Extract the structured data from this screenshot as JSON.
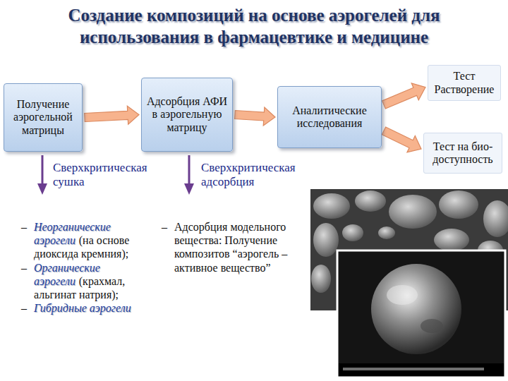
{
  "diagram": {
    "title": "Создание композиций на основе аэрогелей для использования в фармацевтике и медицине",
    "nodes": [
      {
        "text": [
          "Получение аэрогельной матрицы"
        ]
      },
      {
        "text": [
          "Адсорбция АФИ в аэрогельную матрицу"
        ]
      },
      {
        "text": [
          "Аналитические исследования"
        ]
      },
      {
        "text": [
          "Тест Растворение"
        ]
      },
      {
        "text": [
          "Тест на био- доступность"
        ]
      }
    ],
    "edges": [
      {
        "from": 0,
        "to": 1,
        "arrow": "to"
      },
      {
        "from": 1,
        "to": 2,
        "arrow": "to"
      },
      {
        "from": 2,
        "to": 3,
        "arrow": "to"
      },
      {
        "from": 2,
        "to": 4,
        "arrow": "to"
      }
    ],
    "labels": [
      "Сверхкритическая сушка",
      "Сверхкритическая адсорбция",
      "–",
      "Неорганические аэрогели",
      "(на основе диоксида кремния);",
      "–",
      "Органические аэрогели",
      "(крахмал, альгинат натрия);",
      "–",
      "Гибридные аэрогели",
      "–",
      "Адсорбция модельного вещества: Получение композитов “аэрогель – активное вещество”"
    ]
  }
}
